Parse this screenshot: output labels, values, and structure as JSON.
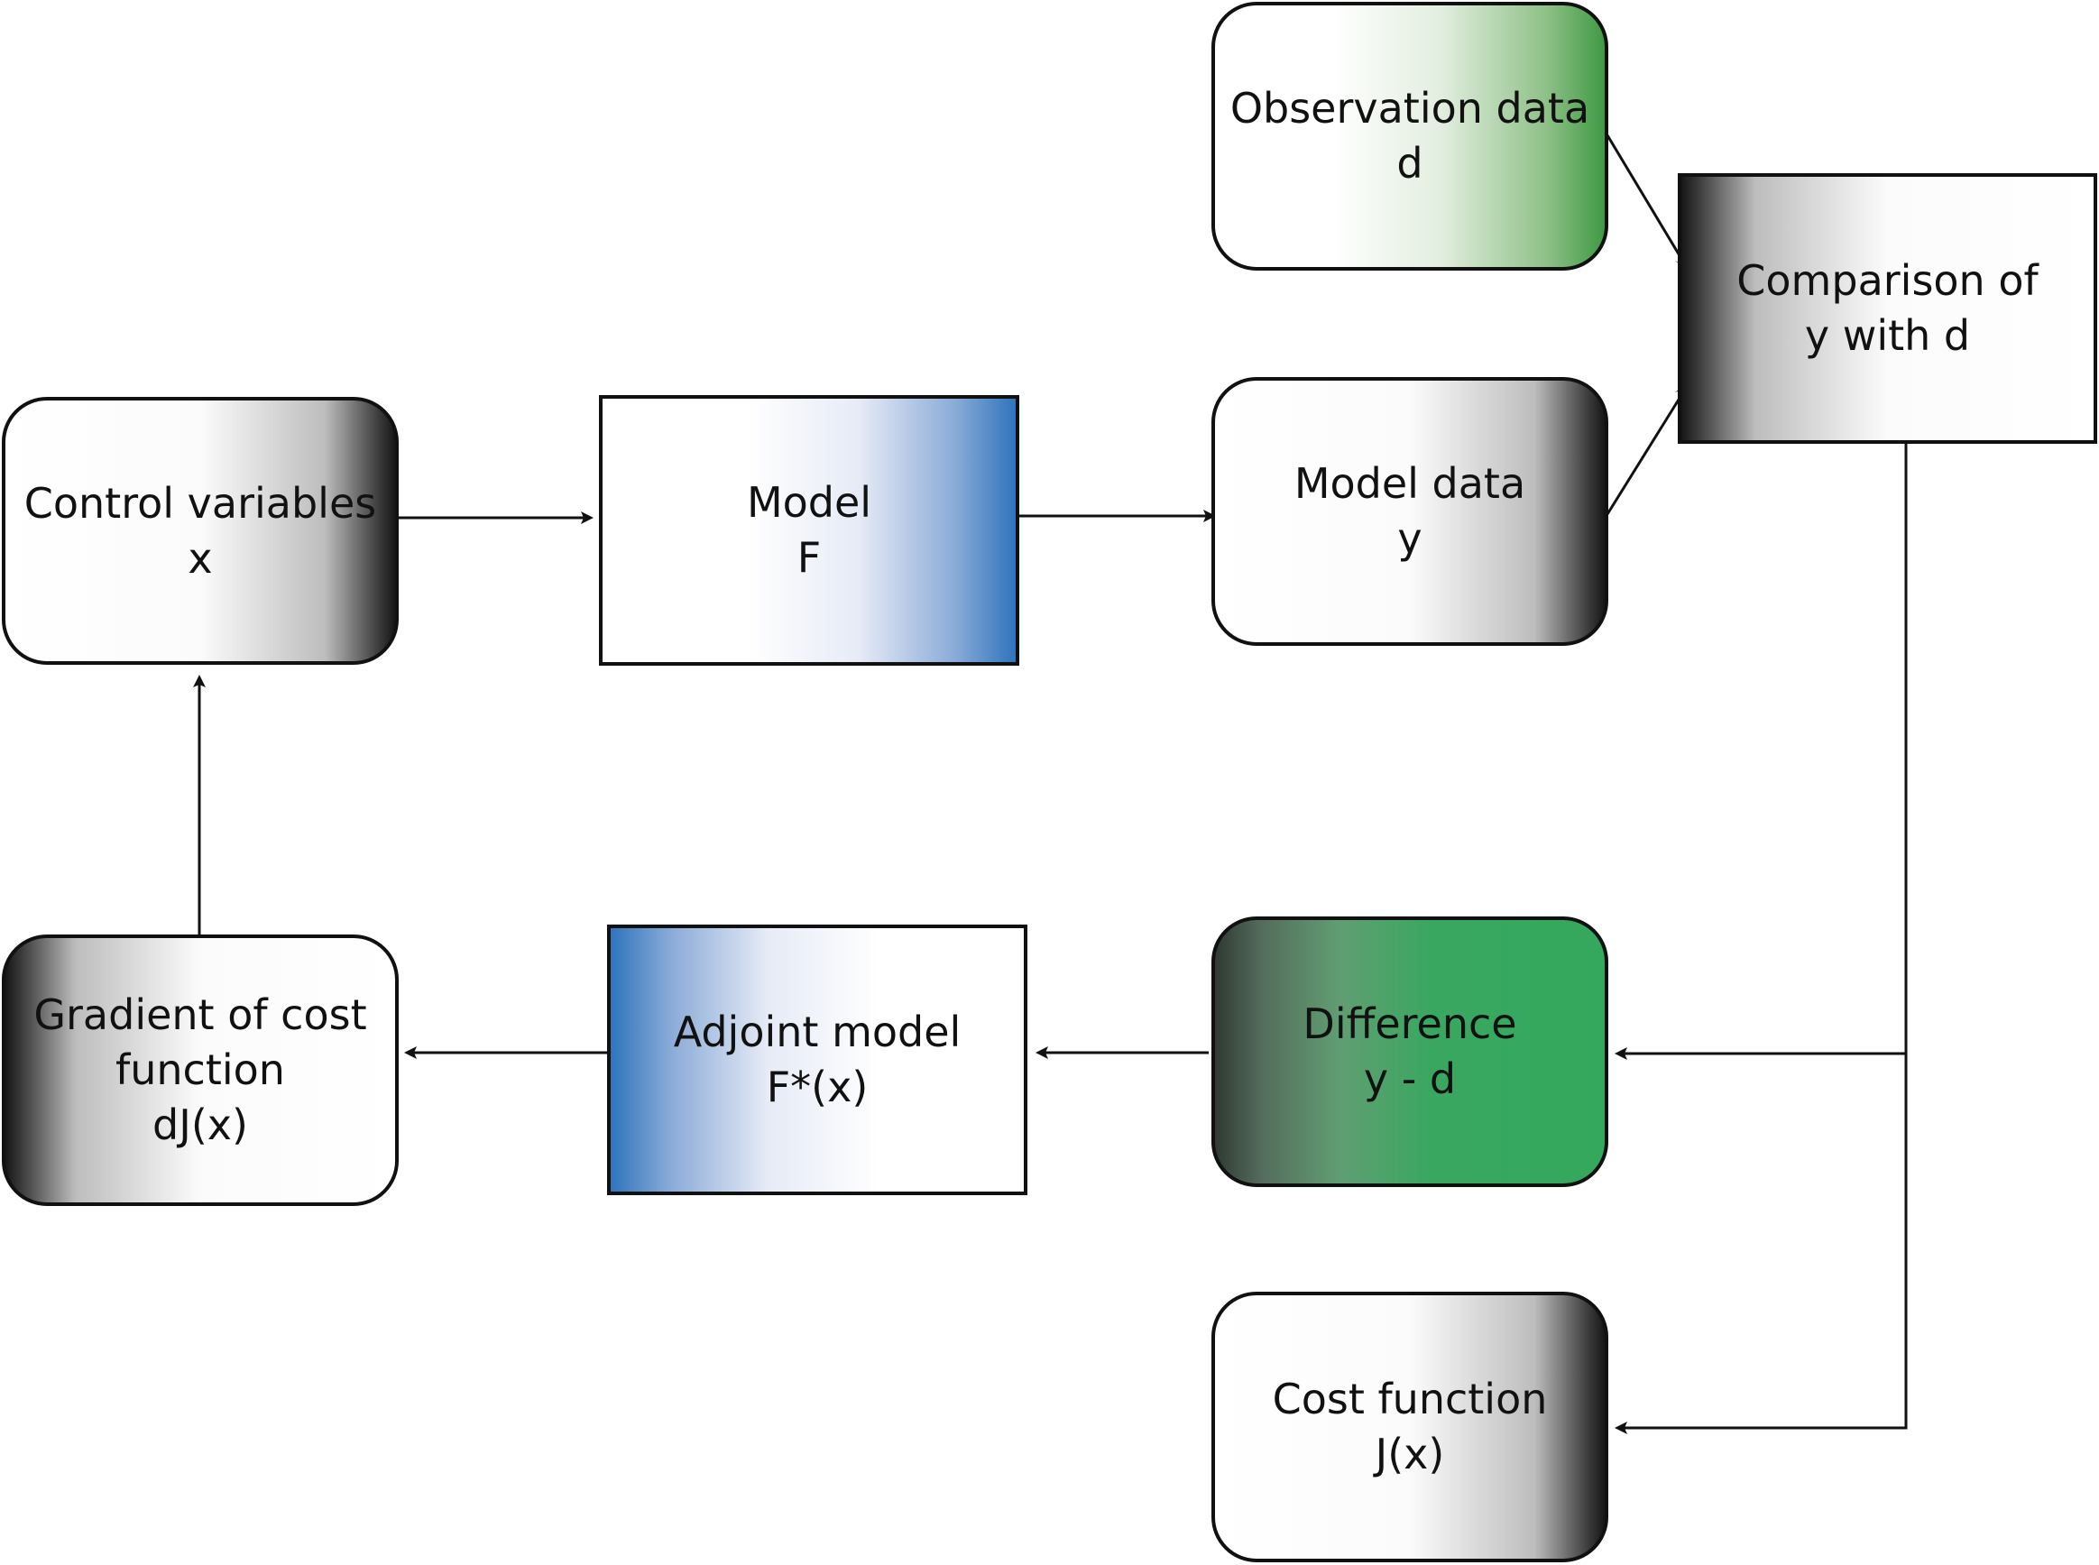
{
  "nodes": {
    "control": {
      "line1": "Control variables",
      "line2": "x"
    },
    "model": {
      "line1": "Model",
      "line2": "F"
    },
    "model_data": {
      "line1": "Model data",
      "line2": "y"
    },
    "observation": {
      "line1": "Observation data",
      "line2": "d"
    },
    "comparison": {
      "line1": "Comparison of",
      "line2": "y with d"
    },
    "difference": {
      "line1": "Difference",
      "line2": "y - d"
    },
    "adjoint": {
      "line1": "Adjoint model",
      "line2": "F*(x)"
    },
    "gradient": {
      "line1": "Gradient of cost",
      "line2": "function",
      "line3": "dJ(x)"
    },
    "cost": {
      "line1": "Cost function",
      "line2": "J(x)"
    }
  },
  "colors": {
    "line": "#111111",
    "blue_accent": "#2f74bd",
    "green_accent": "#3f9a44",
    "difference_green": "#34a85d"
  }
}
